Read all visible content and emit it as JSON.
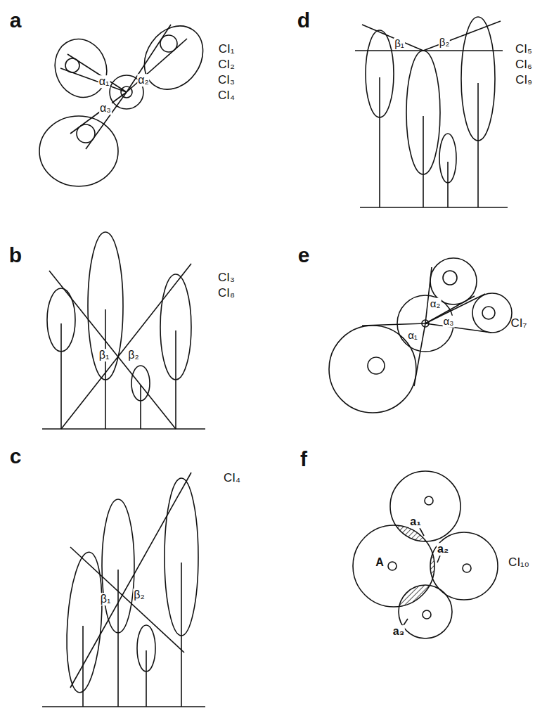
{
  "diagram": {
    "labels": [
      "a",
      "α₁",
      "α₃",
      "α₂",
      "CI₁",
      "CI₂",
      "CI₃",
      "CI₄",
      "b",
      "β₁",
      "β₂",
      "CI₃",
      "CI₈",
      "c",
      "β₁",
      "β₂",
      "CI₄",
      "d",
      "β₁",
      "β₂",
      "CI₅",
      "CI₆",
      "CI₉",
      "e",
      "α₂",
      "α₃",
      "α₁",
      "CI₇",
      "f",
      "a₁",
      "a₂",
      "a₃",
      "A",
      "CI₁₀"
    ]
  }
}
